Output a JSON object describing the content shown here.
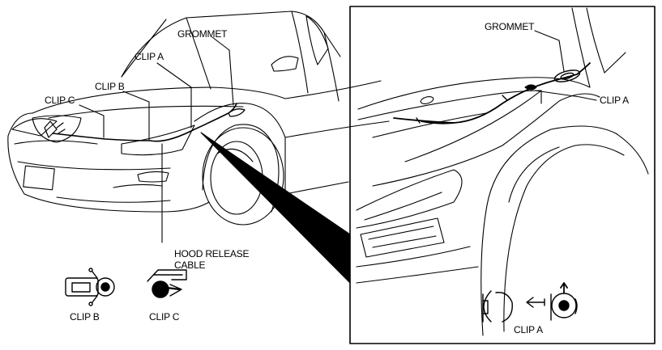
{
  "labels": {
    "grommet_main": "GROMMET",
    "clip_a_main": "CLIP A",
    "clip_b_main": "CLIP B",
    "clip_c_main": "CLIP C",
    "hood_release_line1": "HOOD RELEASE",
    "hood_release_line2": "CABLE",
    "clip_b_legend": "CLIP B",
    "clip_c_legend": "CLIP C",
    "grommet_detail": "GROMMET",
    "clip_a_detail": "CLIP A",
    "clip_a_legend": "CLIP A"
  },
  "colors": {
    "ink": "#000000",
    "paper": "#ffffff"
  }
}
